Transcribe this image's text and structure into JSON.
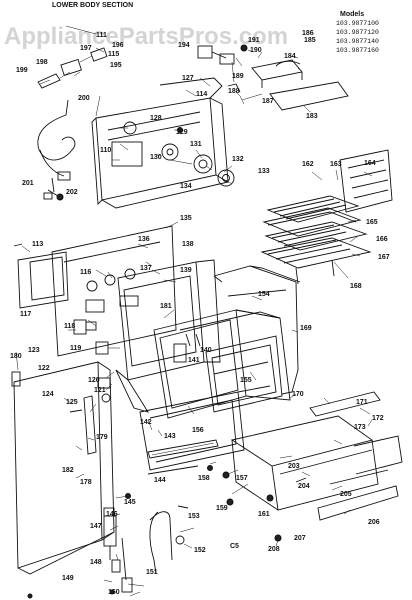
{
  "watermark": "AppliancePartsPros.com",
  "section_title": "LOWER BODY SECTION",
  "models": {
    "heading": "Models",
    "list": [
      "103.9877100",
      "103.9877120",
      "103.9877140",
      "103.9877160"
    ]
  },
  "page_code": "C5",
  "callouts": [
    "111",
    "115",
    "199",
    "198",
    "197",
    "196",
    "195",
    "200",
    "201",
    "202",
    "127",
    "114",
    "128",
    "129",
    "110",
    "130",
    "131",
    "132",
    "134",
    "133",
    "194",
    "190",
    "191",
    "189",
    "188",
    "187",
    "184",
    "185",
    "186",
    "183",
    "162",
    "163",
    "164",
    "165",
    "166",
    "167",
    "168",
    "113",
    "135",
    "136",
    "116",
    "137",
    "138",
    "139",
    "117",
    "118",
    "119",
    "120",
    "121",
    "180",
    "123",
    "122",
    "124",
    "125",
    "179",
    "182",
    "178",
    "181",
    "140",
    "141",
    "154",
    "155",
    "156",
    "169",
    "142",
    "143",
    "144",
    "158",
    "157",
    "159",
    "161",
    "170",
    "171",
    "172",
    "173",
    "203",
    "204",
    "205",
    "206",
    "207",
    "208",
    "145",
    "146",
    "147",
    "148",
    "149",
    "150",
    "151",
    "152",
    "153"
  ]
}
